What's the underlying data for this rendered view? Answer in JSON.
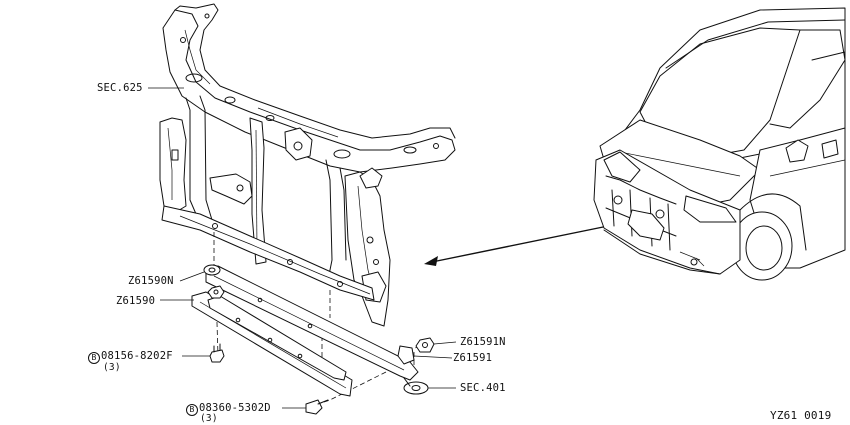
{
  "callouts": {
    "sec625": "SEC.625",
    "z61590n": "Z61590N",
    "z61590": "Z61590",
    "bolt1_mark": "B",
    "bolt1_part": "08156-8202F",
    "bolt1_qty": "(3)",
    "z61591n": "Z61591N",
    "z61591": "Z61591",
    "sec401": "SEC.401",
    "bolt2_mark": "B",
    "bolt2_part": "08360-5302D",
    "bolt2_qty": "(3)"
  },
  "diagram_code": "YZ61 0019"
}
